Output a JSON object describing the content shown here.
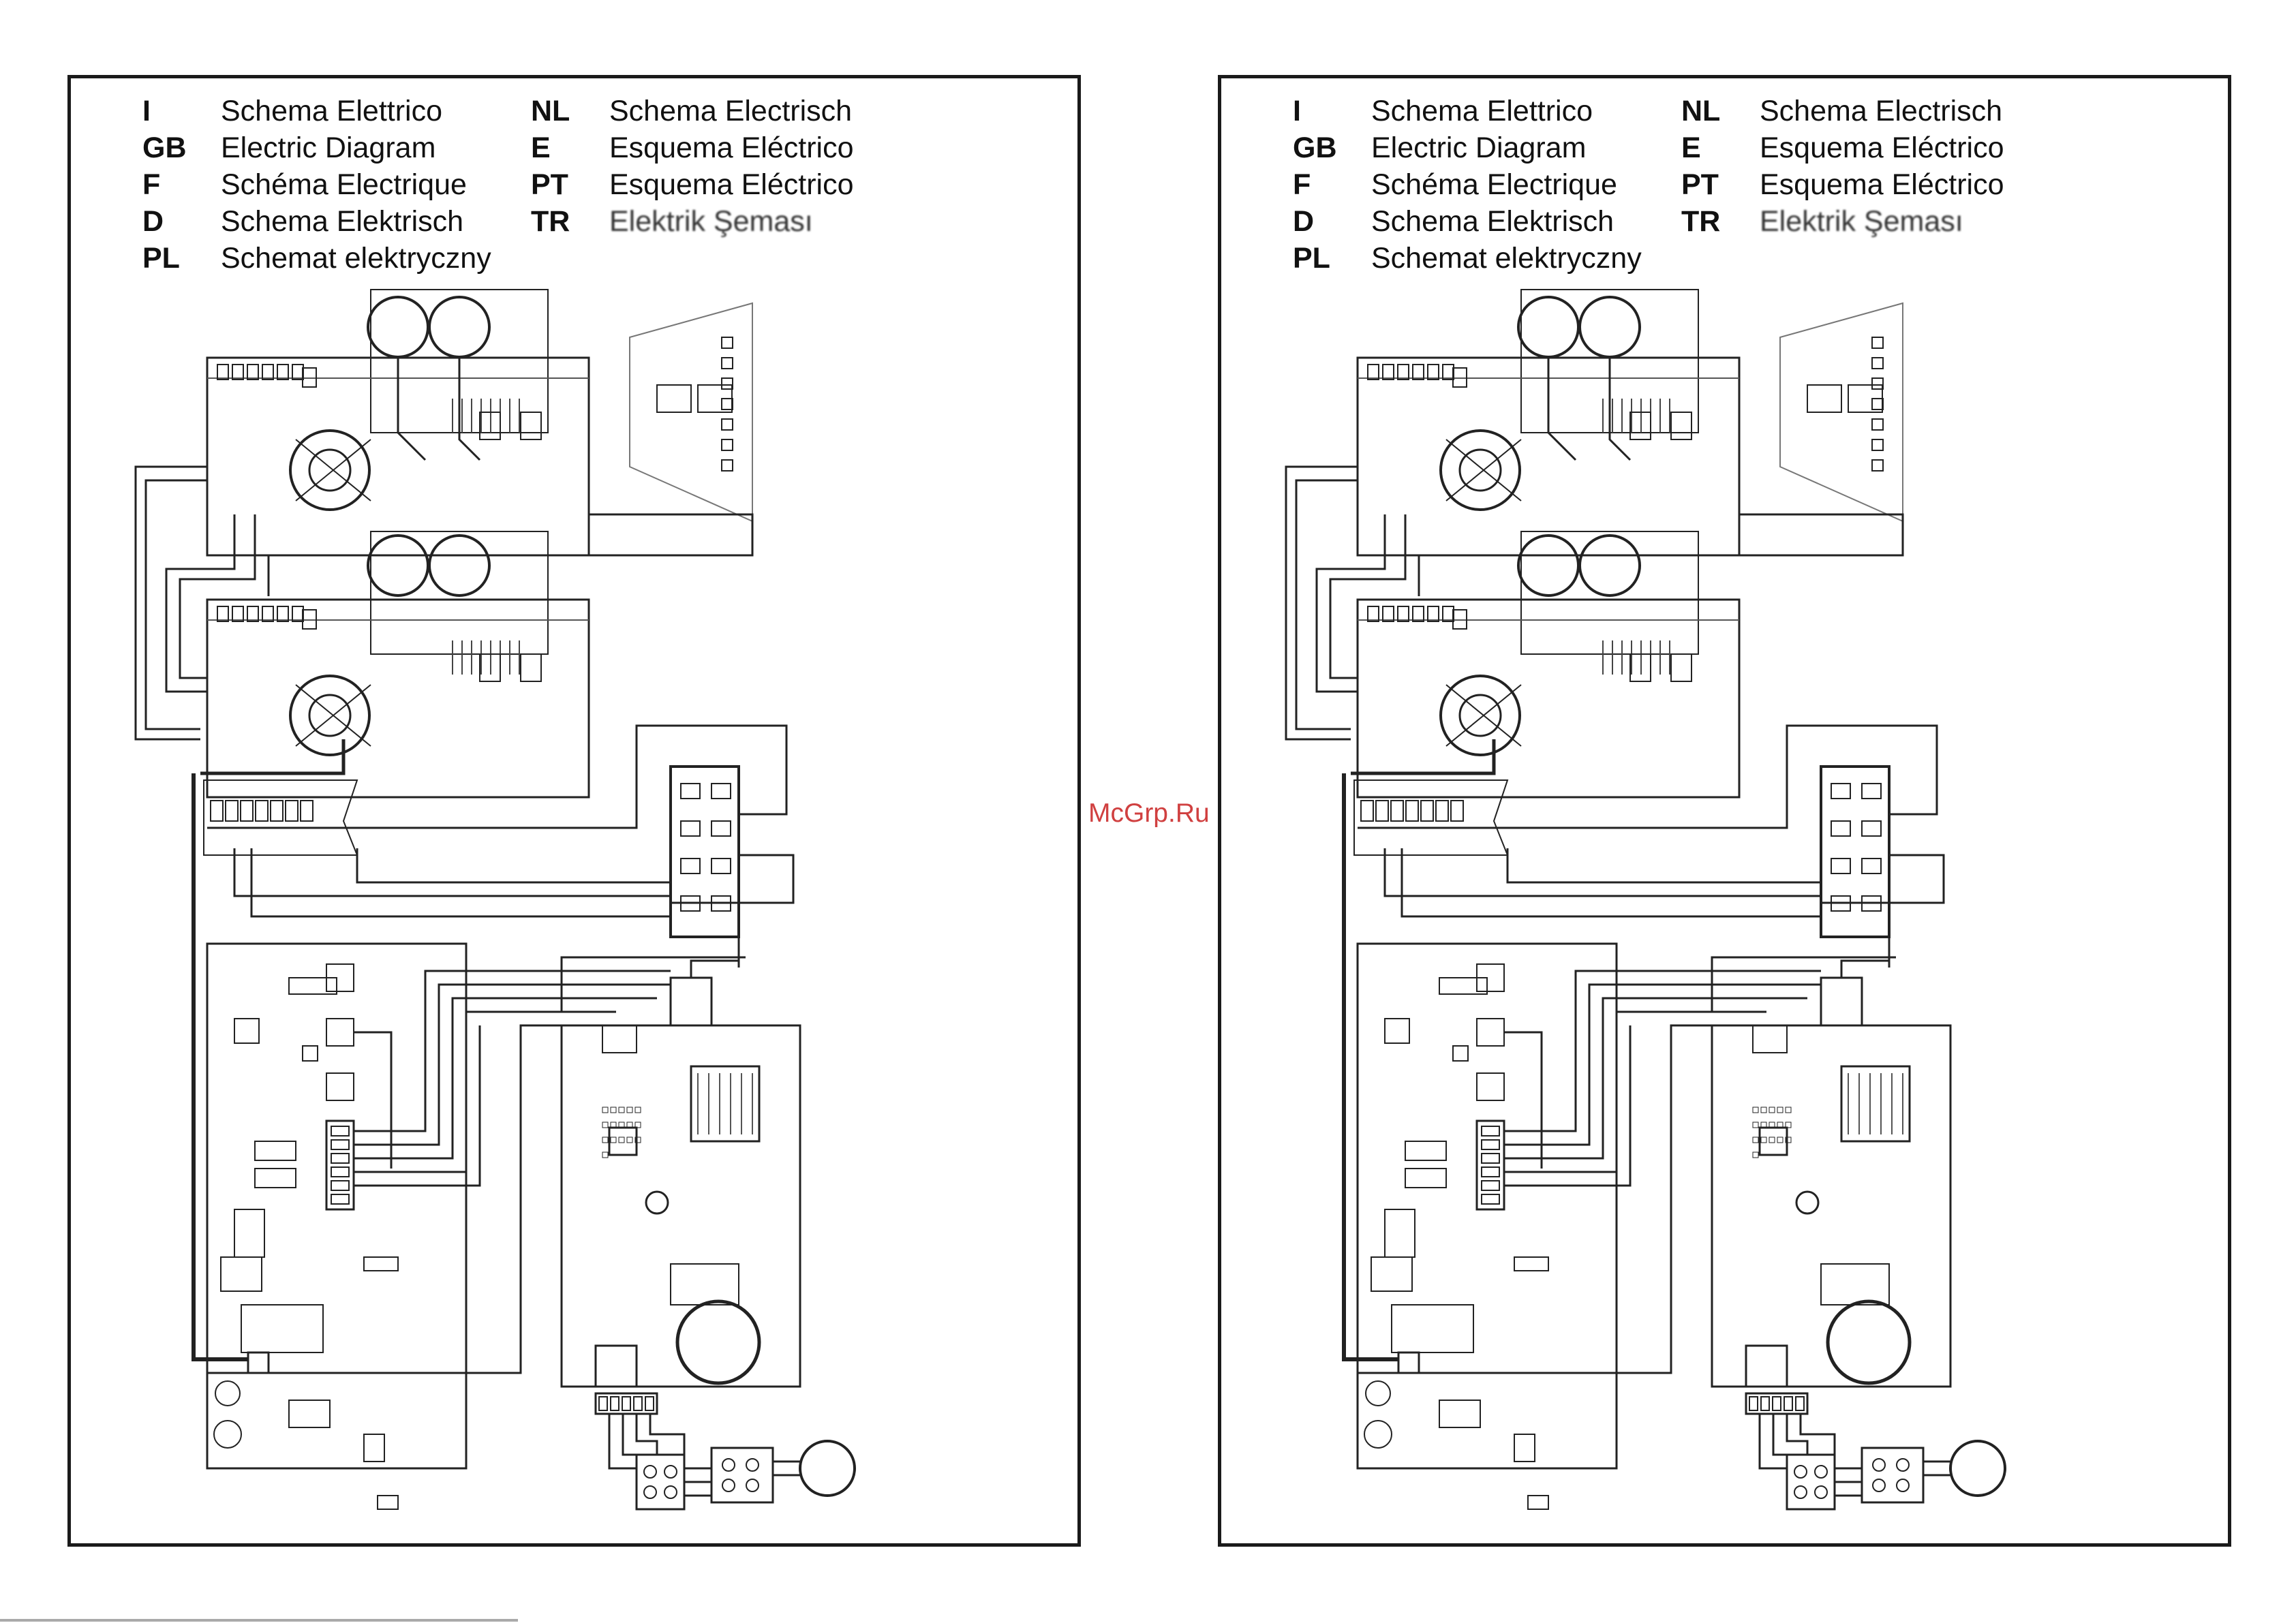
{
  "legend": {
    "col1": [
      {
        "code": "I",
        "text": "Schema Elettrico"
      },
      {
        "code": "GB",
        "text": "Electric Diagram"
      },
      {
        "code": "F",
        "text": "Schéma Electrique"
      },
      {
        "code": "D",
        "text": "Schema Elektrisch"
      },
      {
        "code": "PL",
        "text": "Schemat elektryczny"
      }
    ],
    "col2": [
      {
        "code": "NL",
        "text": "Schema Electrisch"
      },
      {
        "code": "E",
        "text": "Esquema Eléctrico"
      },
      {
        "code": "PT",
        "text": "Esquema Eléctrico"
      },
      {
        "code": "TR",
        "text": "Elektrik Şeması"
      }
    ]
  },
  "watermark": "McGrp.Ru"
}
